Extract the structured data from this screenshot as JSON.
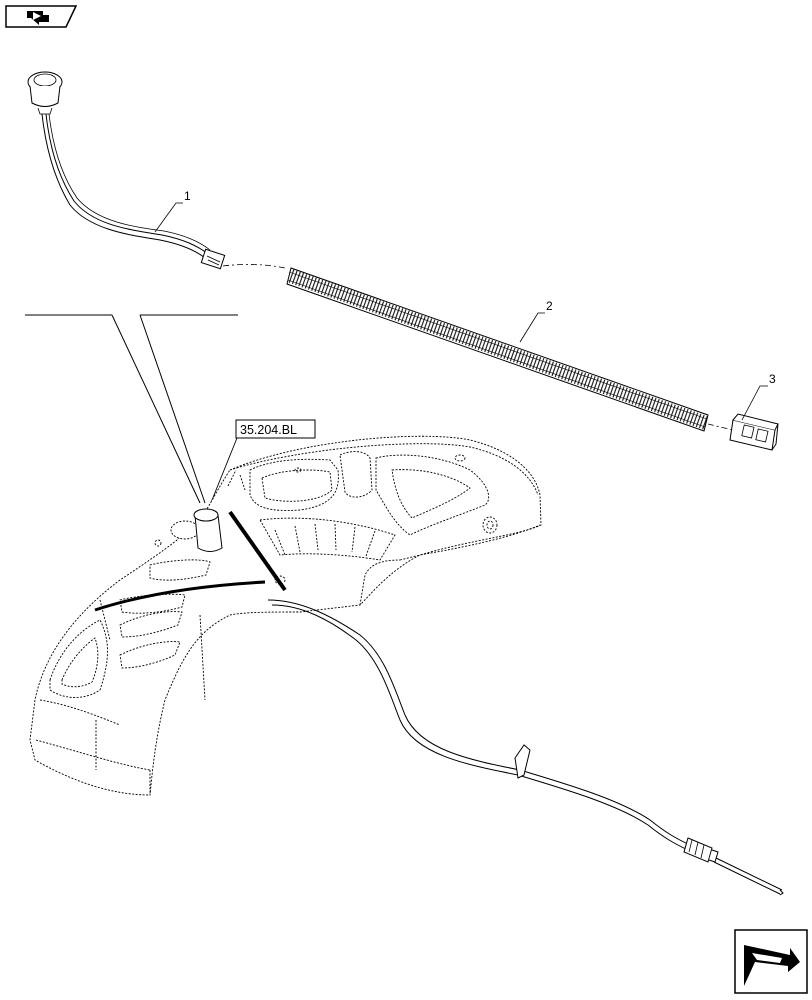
{
  "icons": {
    "top_left": "previous-page-icon",
    "bottom_right": "next-page-icon"
  },
  "callouts": [
    {
      "id": "1",
      "label": "1"
    },
    {
      "id": "2",
      "label": "2"
    },
    {
      "id": "3",
      "label": "3"
    }
  ],
  "reference": {
    "label": "35.204.BL"
  },
  "colors": {
    "line": "#000000",
    "background": "#ffffff"
  }
}
